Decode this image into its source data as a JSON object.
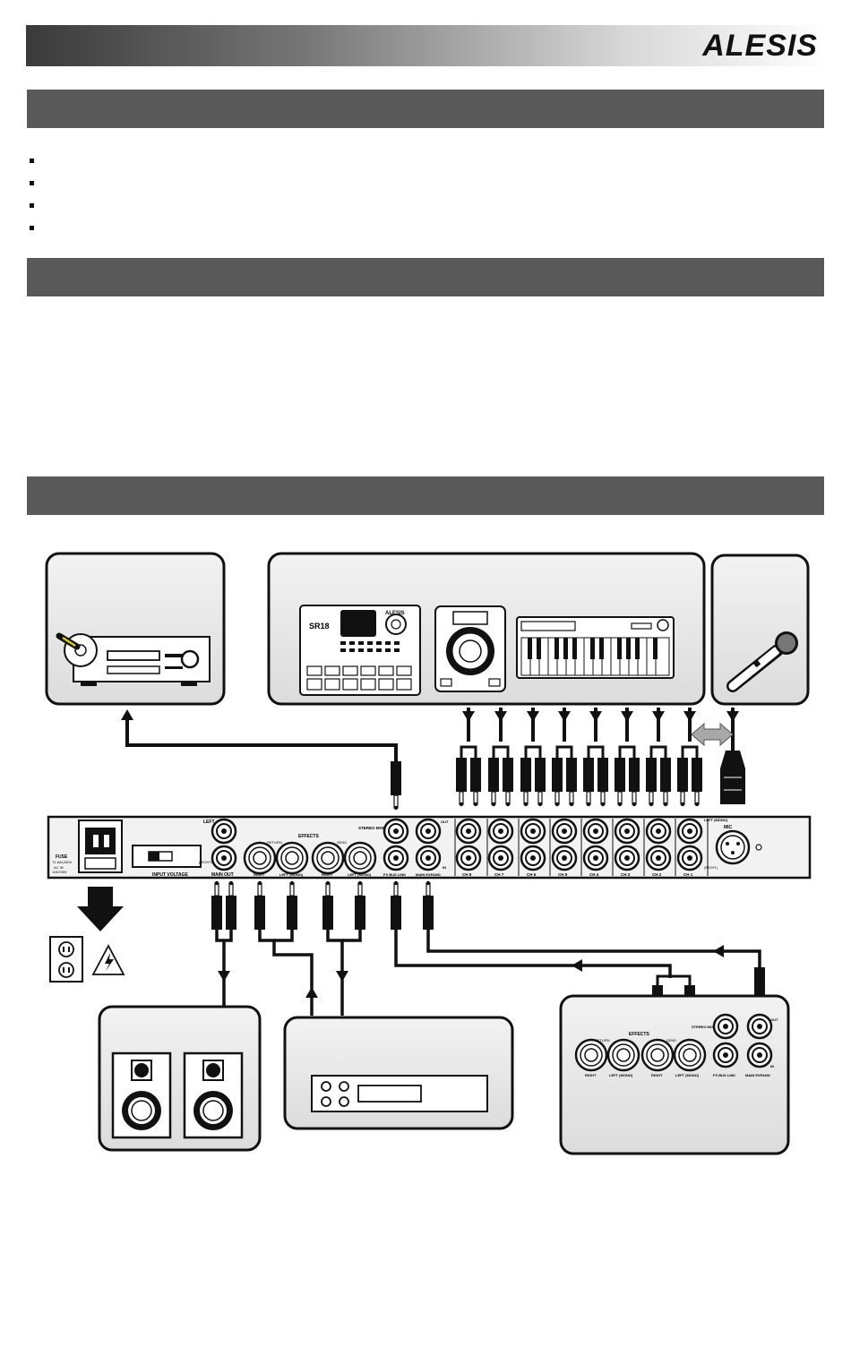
{
  "header": {
    "brand": "ALESIS"
  },
  "sections": [
    {
      "title": ""
    },
    {
      "title": ""
    },
    {
      "title": ""
    }
  ],
  "bullets": [
    "",
    "",
    "",
    ""
  ],
  "diagram": {
    "mixer_labels": {
      "fuse": "FUSE",
      "fuse_rating": "T1.6AL250V",
      "ac_in": "AC IN",
      "ac_voltage": "115/230V",
      "input_voltage": "INPUT VOLTAGE",
      "left": "LEFT",
      "right_paren": "(RIGHT)",
      "main_out": "MAIN OUT",
      "effects": "EFFECTS",
      "return": "RETURN",
      "send": "SEND",
      "right": "RIGHT",
      "left_mono": "LEFT (MONO)",
      "stereo_monitor": "STEREO MONITOR",
      "fx_bus_link": "FX BUS LINK",
      "main_expand": "MAIN EXPAND",
      "out": "OUT",
      "in": "IN",
      "left_mono_top": "LEFT (MONO)",
      "mic": "MIC",
      "channels": [
        "CH 8",
        "CH 7",
        "CH 6",
        "CH 5",
        "CH 4",
        "CH 3",
        "CH 2",
        "CH 1"
      ]
    },
    "device_labels": {
      "drum_machine_brand": "ALESIS",
      "drum_machine_model": "SR18"
    },
    "second_mixer_labels": {
      "effects": "EFFECTS",
      "return": "RETURN",
      "send": "SEND",
      "stereo_monitor": "STEREO MONITOR",
      "out": "OUT",
      "in": "IN",
      "right": "RIGHT",
      "left_mono": "LEFT (MONO)",
      "right2": "RIGHT",
      "left_mono2": "LEFT (MONO)",
      "fx_bus_link": "FX BUS LINK",
      "main_expand": "MAIN EXPAND"
    }
  }
}
